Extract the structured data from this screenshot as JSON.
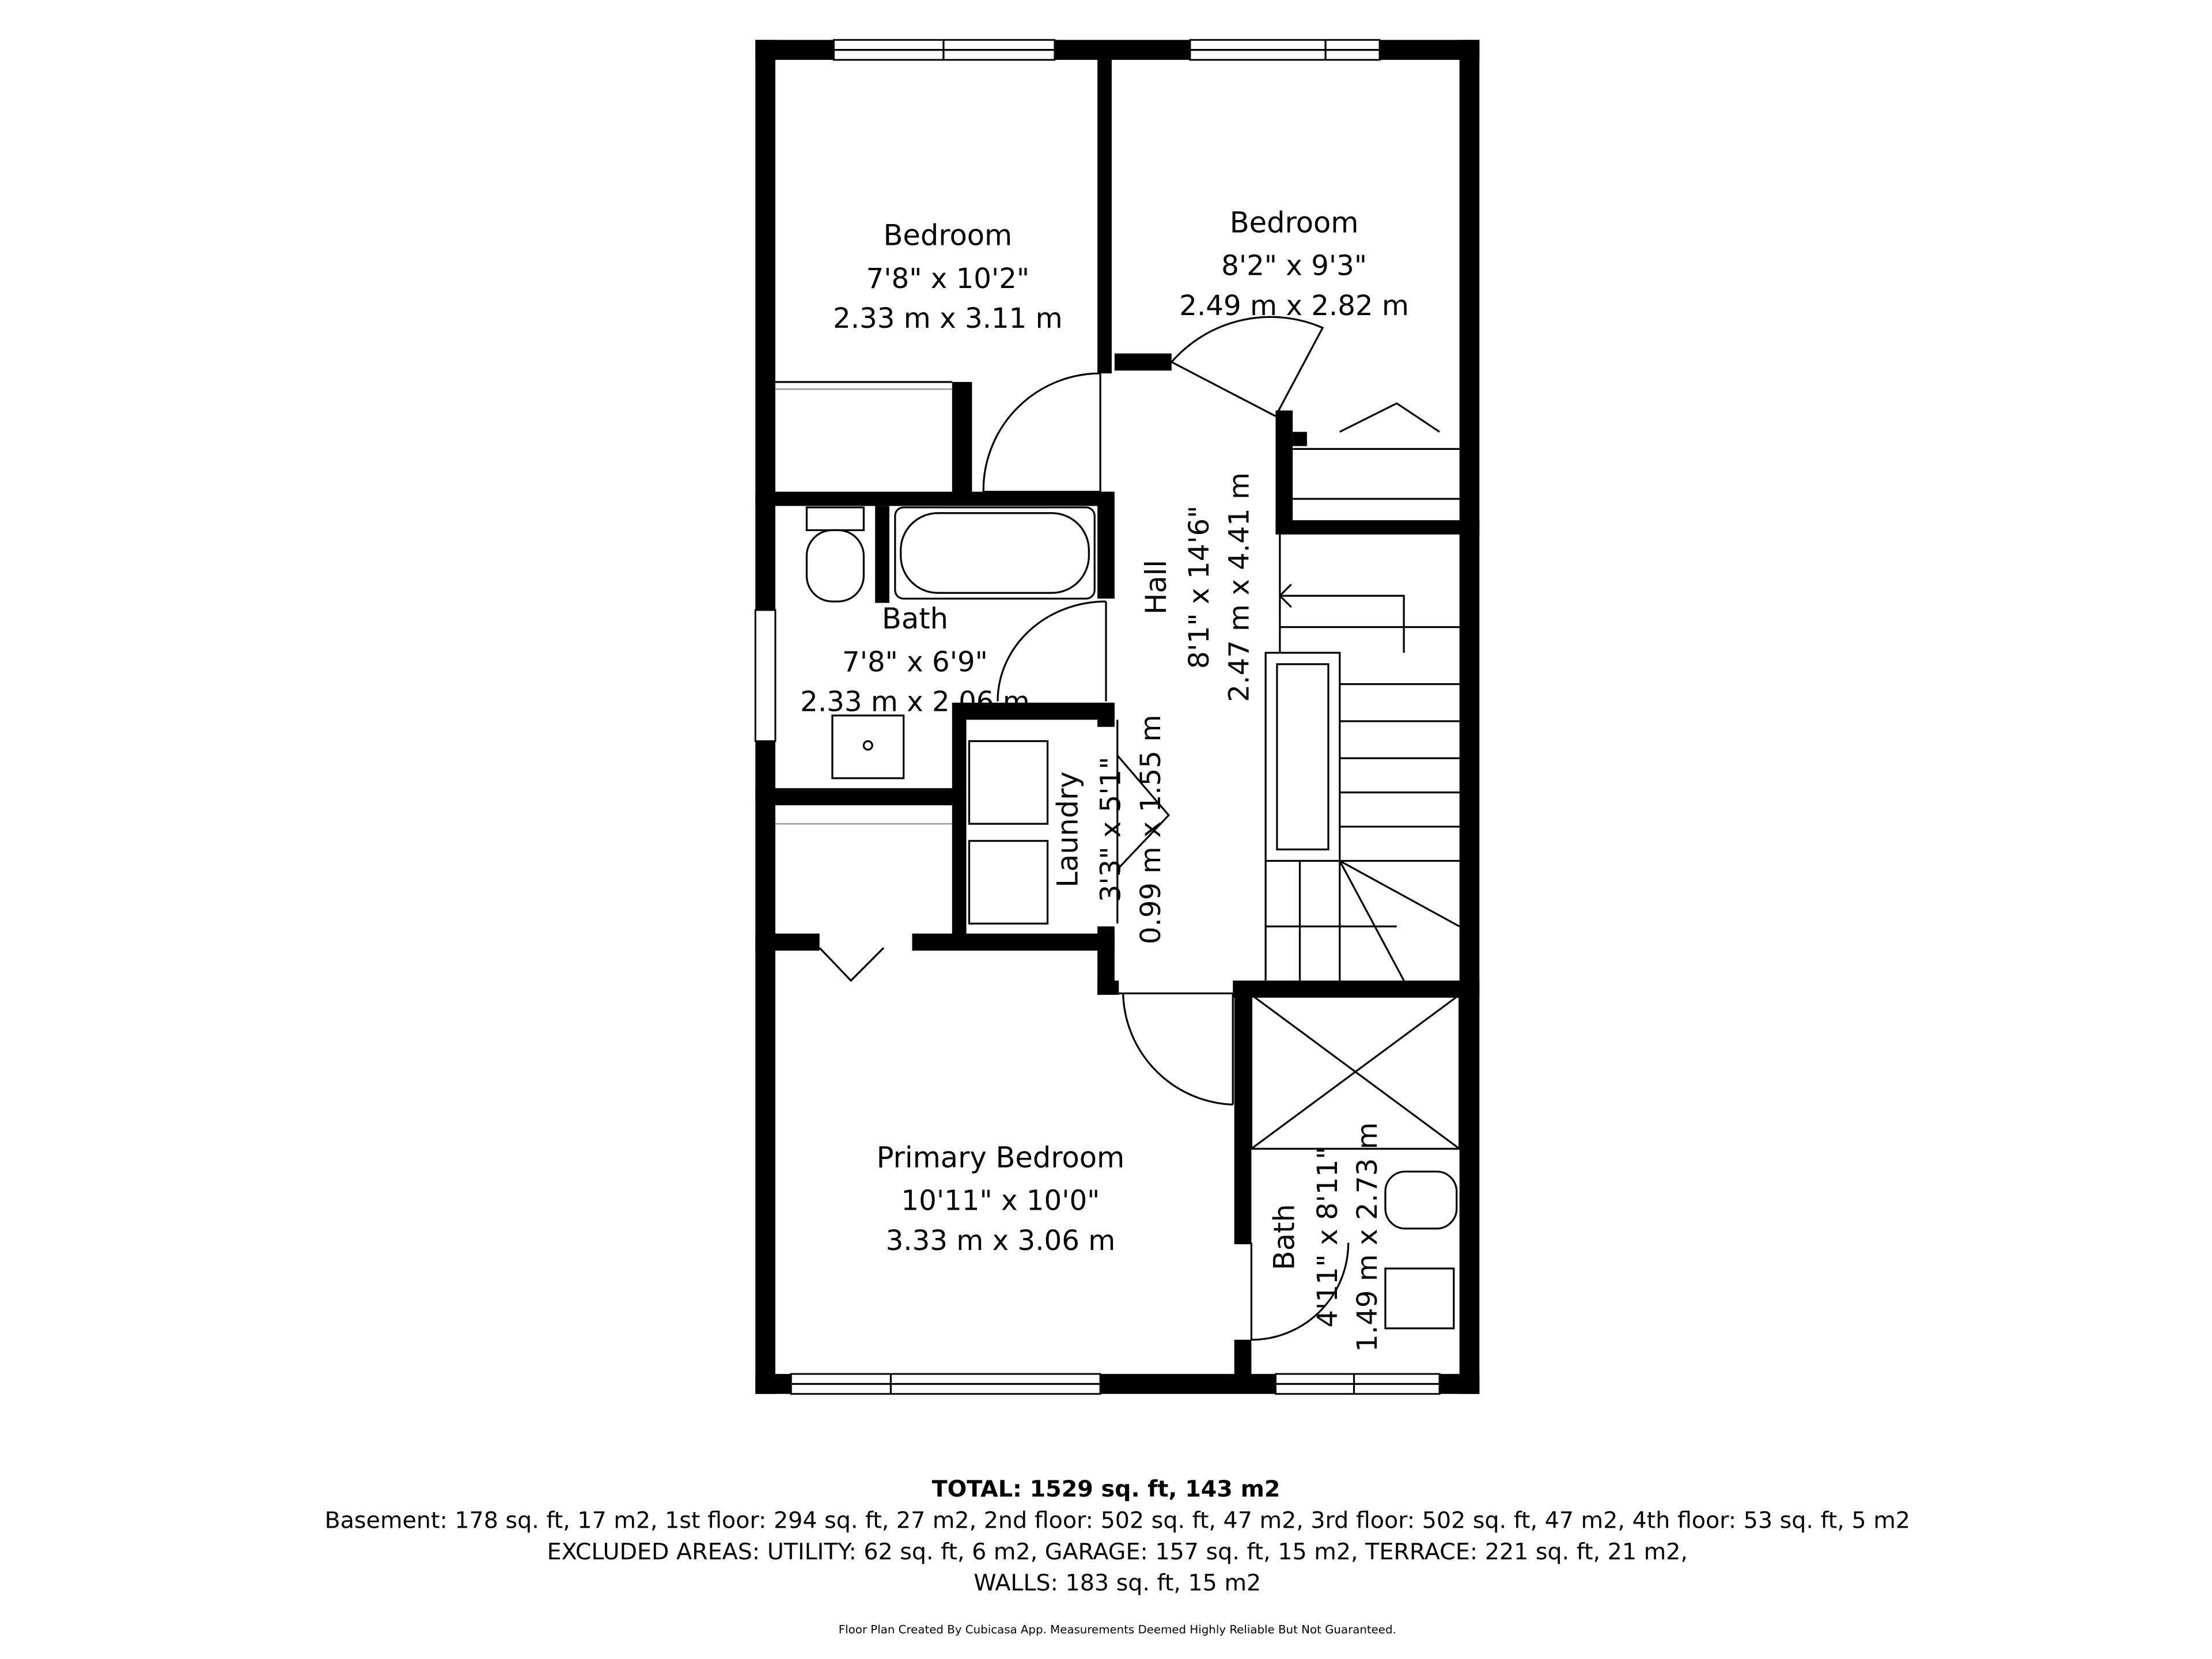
{
  "rooms": [
    {
      "name": "Bedroom",
      "imperial": "7'8\" x 10'2\"",
      "metric": "2.33 m x 3.11 m"
    },
    {
      "name": "Bedroom",
      "imperial": "8'2\" x 9'3\"",
      "metric": "2.49 m x 2.82 m"
    },
    {
      "name": "Bath",
      "imperial": "7'8\" x 6'9\"",
      "metric": "2.33 m x 2.06 m"
    },
    {
      "name": "Hall",
      "imperial": "8'1\" x 14'6\"",
      "metric": "2.47 m x 4.41 m"
    },
    {
      "name": "Laundry",
      "imperial": "3'3\" x 5'1\"",
      "metric": "0.99 m x 1.55 m"
    },
    {
      "name": "Primary Bedroom",
      "imperial": "10'11\" x 10'0\"",
      "metric": "3.33 m x 3.06 m"
    },
    {
      "name": "Bath",
      "imperial": "4'11\" x 8'11\"",
      "metric": "1.49 m x 2.73 m"
    }
  ],
  "summary": {
    "total": "TOTAL: 1529 sq. ft, 143 m2",
    "floors": "Basement: 178 sq. ft, 17 m2, 1st floor: 294 sq. ft, 27 m2, 2nd floor: 502 sq. ft, 47 m2, 3rd floor: 502 sq. ft, 47 m2, 4th floor: 53 sq. ft, 5 m2",
    "excluded": "EXCLUDED AREAS: UTILITY: 62 sq. ft, 6 m2, GARAGE: 157 sq. ft, 15 m2, TERRACE: 221 sq. ft, 21 m2,",
    "walls": "WALLS: 183 sq. ft, 15 m2",
    "disclaimer": "Floor Plan Created By Cubicasa App. Measurements Deemed Highly Reliable But Not Guaranteed."
  }
}
